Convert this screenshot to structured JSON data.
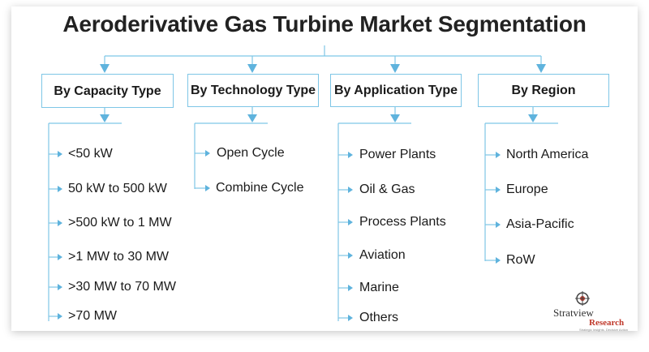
{
  "title": "Aeroderivative Gas Turbine Market Segmentation",
  "colors": {
    "connector": "#7ec6e6",
    "text": "#1a1a1a",
    "logo_accent": "#c0392b"
  },
  "segments": [
    {
      "heading": "By Capacity Type",
      "items": [
        "<50 kW",
        "50 kW to 500 kW",
        ">500 kW to 1 MW",
        ">1 MW to 30 MW",
        ">30 MW to 70 MW",
        ">70 MW"
      ]
    },
    {
      "heading": "By Technology Type",
      "items": [
        "Open Cycle",
        "Combine Cycle"
      ]
    },
    {
      "heading": "By Application Type",
      "items": [
        "Power Plants",
        "Oil & Gas",
        "Process Plants",
        "Aviation",
        "Marine",
        "Others"
      ]
    },
    {
      "heading": "By Region",
      "items": [
        "North America",
        "Europe",
        "Asia-Pacific",
        "RoW"
      ]
    }
  ],
  "logo": {
    "name": "Stratview",
    "sub": "Research",
    "tagline": "Strategic Insights. Decisive Action"
  }
}
